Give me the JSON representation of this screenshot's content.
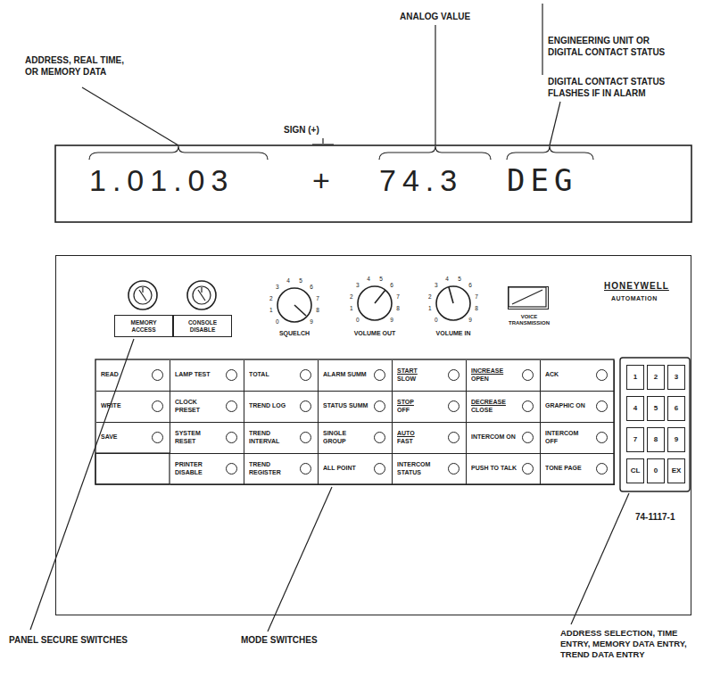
{
  "diagram": {
    "nodes": [
      {
        "text": [
          "1.01.03",
          "+",
          "74.3",
          "DEG"
        ]
      },
      {
        "text": [
          "HONEYWELL",
          "AUTOMATION"
        ]
      },
      {
        "text": [
          "MEMORY ACCESS"
        ],
        "in": 1
      },
      {
        "text": [
          "CONSOLE DISABLE"
        ],
        "in": 1
      },
      {
        "text": [
          "VOICE TRANSMISSION"
        ],
        "in": 1
      },
      {
        "text": [
          "READ"
        ],
        "in": 1
      },
      {
        "text": [
          "LAMP TEST"
        ],
        "in": 1
      },
      {
        "text": [
          "TOTAL"
        ],
        "in": 1
      },
      {
        "text": [
          "ALARM SUMM"
        ],
        "in": 1
      },
      {
        "text": [
          "START",
          "SLOW"
        ],
        "in": 1
      },
      {
        "text": [
          "INCREASE",
          "OPEN"
        ],
        "in": 1
      },
      {
        "text": [
          "ACK"
        ],
        "in": 1
      },
      {
        "text": [
          "WRITE"
        ],
        "in": 1
      },
      {
        "text": [
          "CLOCK PRESET"
        ],
        "in": 1
      },
      {
        "text": [
          "TREND LOG"
        ],
        "in": 1
      },
      {
        "text": [
          "STATUS SUMM"
        ],
        "in": 1
      },
      {
        "text": [
          "STOP",
          "OFF"
        ],
        "in": 1
      },
      {
        "text": [
          "DECREASE",
          "CLOSE"
        ],
        "in": 1
      },
      {
        "text": [
          "GRAPHIC ON"
        ],
        "in": 1
      },
      {
        "text": [
          "SAVE"
        ],
        "in": 1
      },
      {
        "text": [
          "SYSTEM RESET"
        ],
        "in": 1
      },
      {
        "text": [
          "TREND INTERVAL"
        ],
        "in": 1
      },
      {
        "text": [
          "SINGLE GROUP"
        ],
        "in": 1
      },
      {
        "text": [
          "AUTO",
          "FAST"
        ],
        "in": 1
      },
      {
        "text": [
          "INTERCOM ON"
        ],
        "in": 1
      },
      {
        "text": [
          "INTERCOM OFF"
        ],
        "in": 1
      },
      {
        "text": [
          "PRINTER DISABLE"
        ],
        "in": 1
      },
      {
        "text": [
          "TREND REGISTER"
        ],
        "in": 1
      },
      {
        "text": [
          "ALL POINT"
        ],
        "in": 1
      },
      {
        "text": [
          "INTERCOM STATUS"
        ],
        "in": 1
      },
      {
        "text": [
          "PUSH TO TALK"
        ],
        "in": 1
      },
      {
        "text": [
          "TONE PAGE"
        ],
        "in": 1
      },
      {
        "text": [
          "1"
        ],
        "in": 1
      },
      {
        "text": [
          "2"
        ],
        "in": 1
      },
      {
        "text": [
          "3"
        ],
        "in": 1
      },
      {
        "text": [
          "4"
        ],
        "in": 1
      },
      {
        "text": [
          "5"
        ],
        "in": 1
      },
      {
        "text": [
          "6"
        ],
        "in": 1
      },
      {
        "text": [
          "7"
        ],
        "in": 1
      },
      {
        "text": [
          "8"
        ],
        "in": 1
      },
      {
        "text": [
          "9"
        ],
        "in": 1
      },
      {
        "text": [
          "CL"
        ],
        "in": 1
      },
      {
        "text": [
          "0"
        ],
        "in": 1
      },
      {
        "text": [
          "EX"
        ],
        "in": 1
      }
    ],
    "labels": [
      "ADDRESS, REAL TIME, OR MEMORY DATA",
      "SIGN (+)",
      "ANALOG VALUE",
      "ENGINEERING UNIT OR DIGITAL CONTACT STATUS",
      "DIGITAL CONTACT STATUS FLASHES IF IN ALARM",
      "SQUELCH",
      "VOLUME OUT",
      "VOLUME IN",
      "0",
      "1",
      "2",
      "3",
      "4",
      "5",
      "6",
      "7",
      "8",
      "9",
      "0",
      "1",
      "2",
      "3",
      "4",
      "5",
      "6",
      "7",
      "8",
      "9",
      "0",
      "1",
      "2",
      "3",
      "4",
      "5",
      "6",
      "7",
      "8",
      "9",
      "74-1117-1",
      "PANEL SECURE SWITCHES",
      "MODE SWITCHES",
      "ADDRESS SELECTION, TIME ENTRY, MEMORY DATA ENTRY, TREND DATA ENTRY"
    ]
  }
}
